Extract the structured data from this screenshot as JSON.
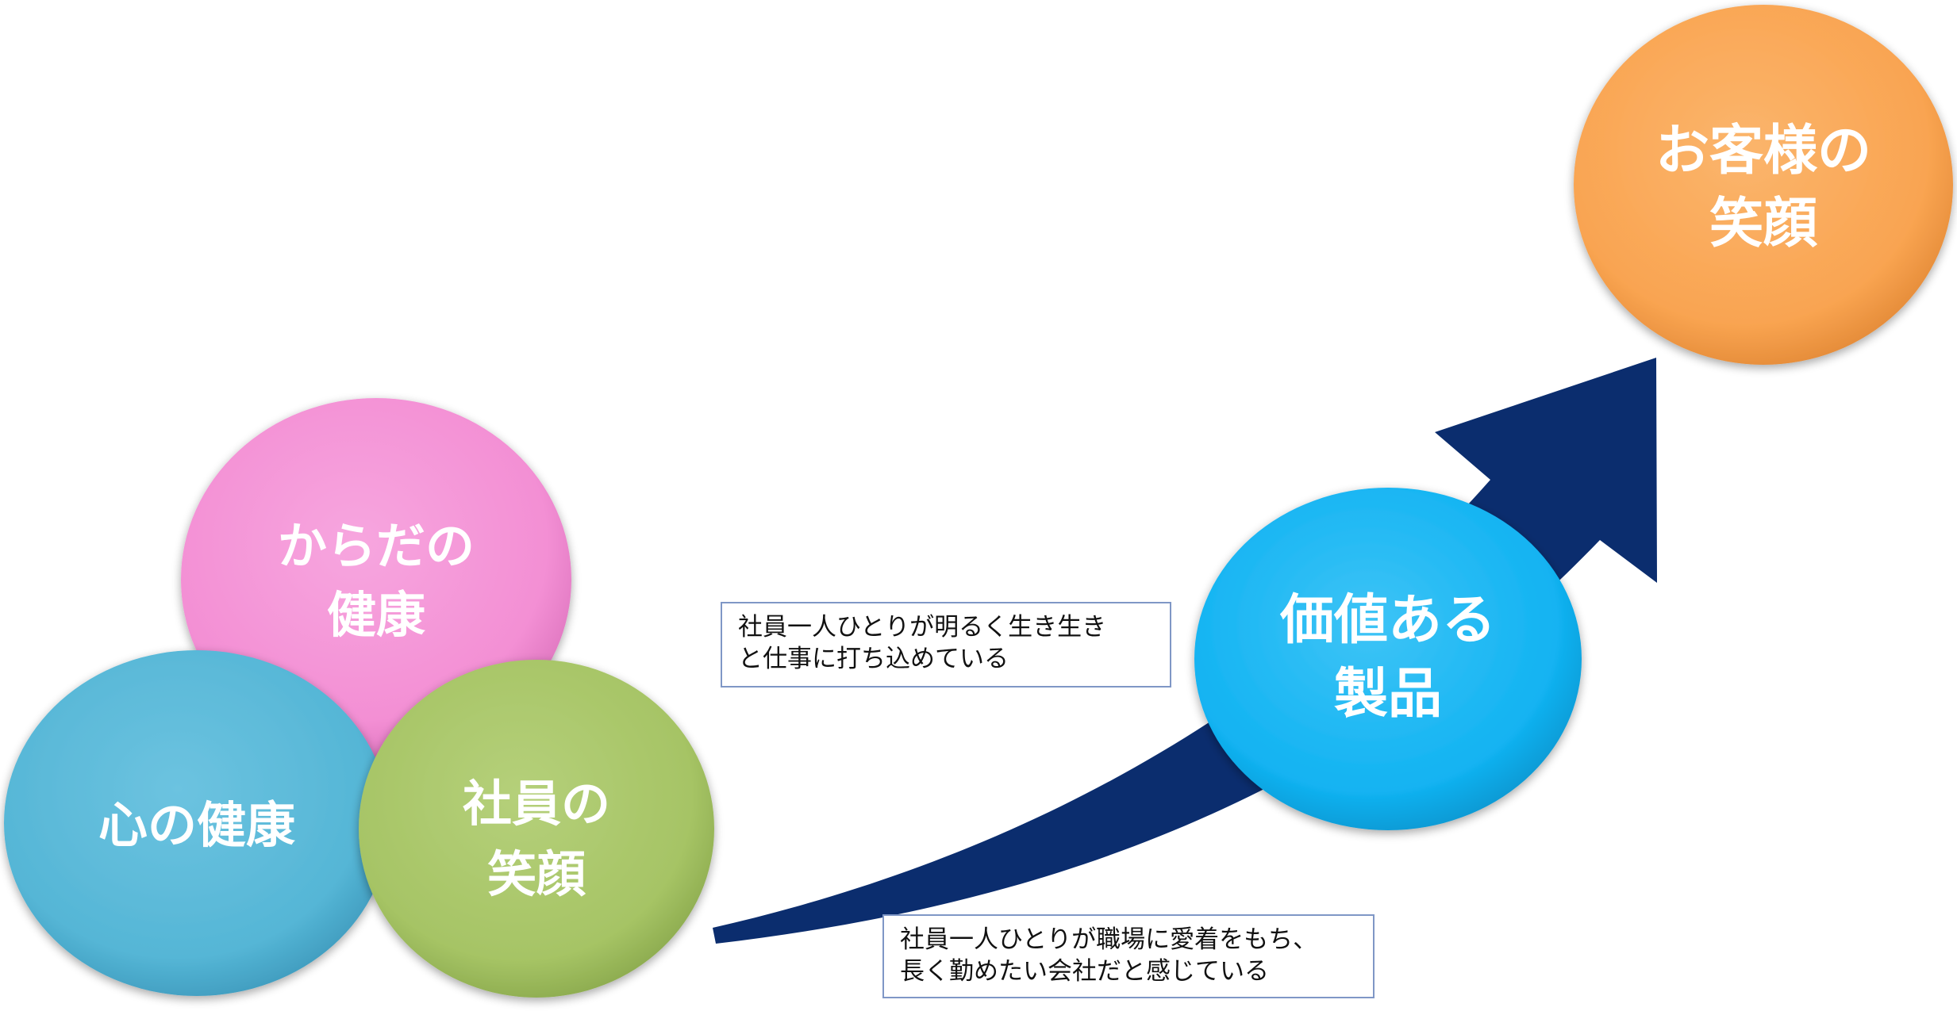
{
  "diagram": {
    "circles": {
      "body_health": {
        "lines": [
          "からだの",
          "健康"
        ],
        "color": "#f38fd4"
      },
      "mind_health": {
        "lines": [
          "心の健康"
        ],
        "color": "#55b6d6"
      },
      "employee_smiles": {
        "lines": [
          "社員の",
          "笑顔"
        ],
        "color": "#a6c465"
      },
      "valuable_products": {
        "lines": [
          "価値ある",
          "製品"
        ],
        "color": "#12b3f2"
      },
      "customer_smiles": {
        "lines": [
          "お客様の",
          "笑顔"
        ],
        "color": "#f9a451"
      }
    },
    "arrow": {
      "color": "#0b2d6e"
    },
    "notes": {
      "upper": {
        "lines": [
          "社員一人ひとりが明るく生き生き",
          "と仕事に打ち込めている"
        ]
      },
      "lower": {
        "lines": [
          "社員一人ひとりが職場に愛着をもち、",
          "長く勤めたい会社だと感じている"
        ]
      }
    }
  }
}
